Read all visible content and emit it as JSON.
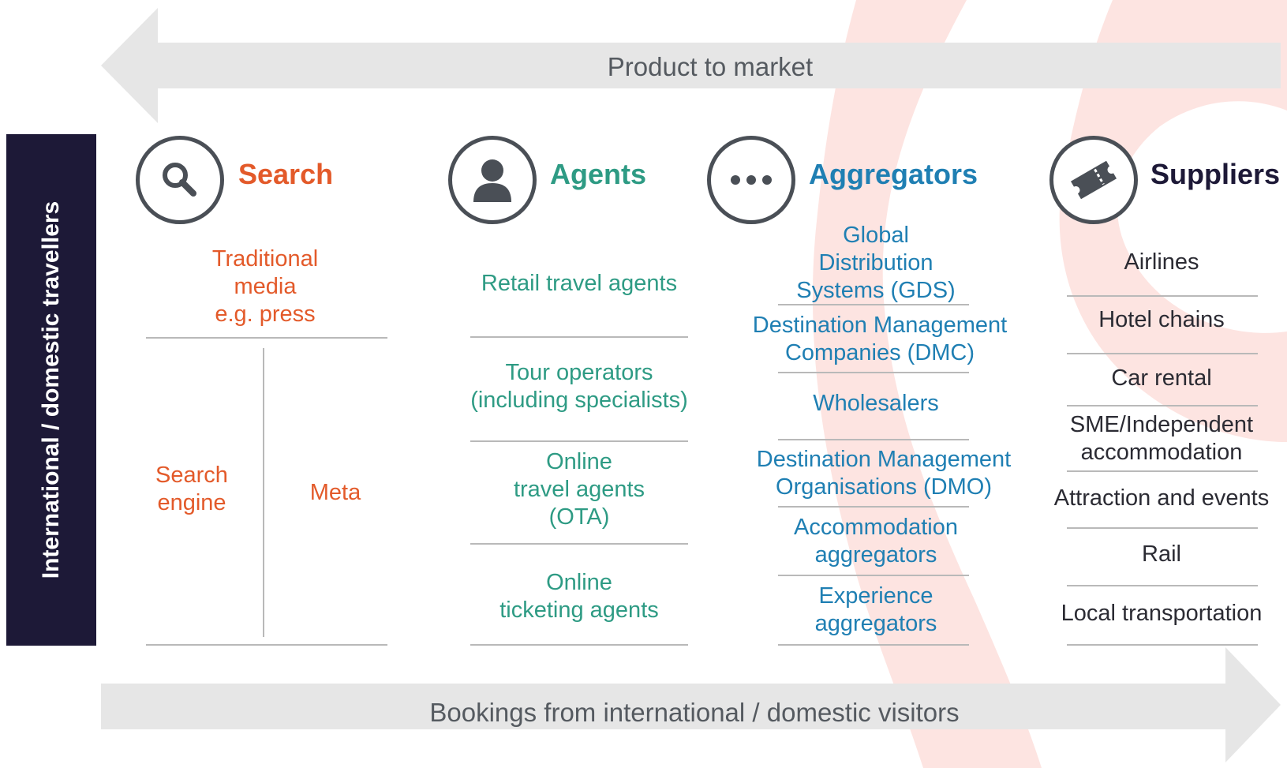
{
  "colors": {
    "search": "#e35a2a",
    "agents": "#2e9b84",
    "aggregators": "#1f7fb3",
    "suppliers": "#1d1937",
    "arrow": "#e6e6e6",
    "side_bar": "#1d1937",
    "background_accent": "#fde4e1"
  },
  "top_arrow": {
    "label": "Product to market",
    "direction": "left"
  },
  "bottom_arrow": {
    "label": "Bookings from international / domestic visitors",
    "direction": "right"
  },
  "side_label": "International / domestic travellers",
  "columns": {
    "search": {
      "title": "Search",
      "icon": "magnifier-icon",
      "traditional": [
        "Traditional",
        "media",
        "e.g. press"
      ],
      "search_engine": [
        "Search",
        "engine"
      ],
      "meta": "Meta"
    },
    "agents": {
      "title": "Agents",
      "icon": "person-icon",
      "items": [
        [
          "Retail travel agents"
        ],
        [
          "Tour operators",
          "(including specialists)"
        ],
        [
          "Online",
          "travel agents",
          "(OTA)"
        ],
        [
          "Online",
          "ticketing agents"
        ]
      ]
    },
    "aggregators": {
      "title": "Aggregators",
      "icon": "ellipsis-icon",
      "items": [
        [
          "Global",
          "Distribution",
          "Systems (GDS)"
        ],
        [
          "Destination Management",
          "Companies (DMC)"
        ],
        [
          "Wholesalers"
        ],
        [
          "Destination Management",
          "Organisations (DMO)"
        ],
        [
          "Accommodation",
          "aggregators"
        ],
        [
          "Experience",
          "aggregators"
        ]
      ]
    },
    "suppliers": {
      "title": "Suppliers",
      "icon": "ticket-icon",
      "items": [
        [
          "Airlines"
        ],
        [
          "Hotel chains"
        ],
        [
          "Car rental"
        ],
        [
          "SME/Independent",
          "accommodation"
        ],
        [
          "Attraction and events"
        ],
        [
          "Rail"
        ],
        [
          "Local transportation"
        ]
      ]
    }
  }
}
